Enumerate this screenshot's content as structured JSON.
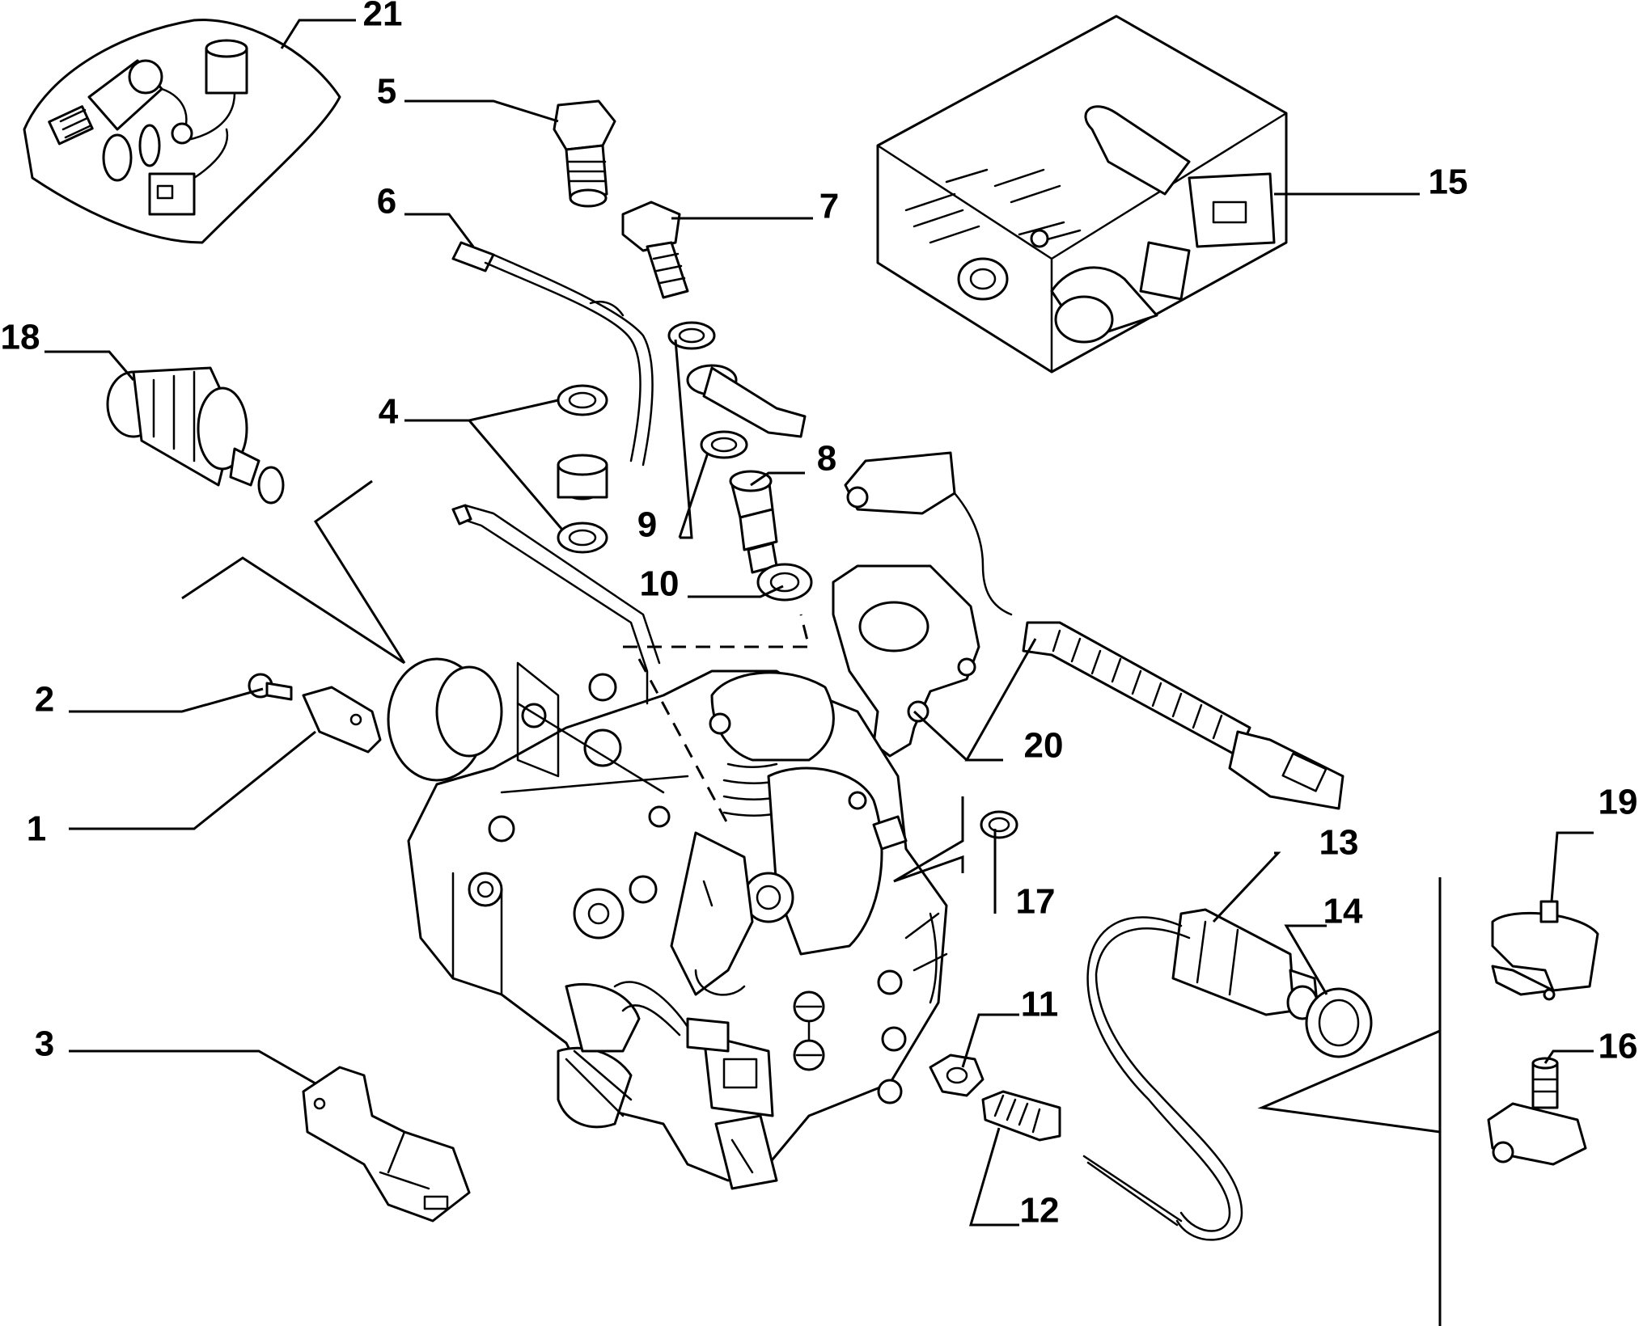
{
  "diagram": {
    "callouts": [
      {
        "id": "c1",
        "label": "1"
      },
      {
        "id": "c2",
        "label": "2"
      },
      {
        "id": "c3",
        "label": "3"
      },
      {
        "id": "c4",
        "label": "4"
      },
      {
        "id": "c5",
        "label": "5"
      },
      {
        "id": "c6",
        "label": "6"
      },
      {
        "id": "c7",
        "label": "7"
      },
      {
        "id": "c8",
        "label": "8"
      },
      {
        "id": "c9",
        "label": "9"
      },
      {
        "id": "c10",
        "label": "10"
      },
      {
        "id": "c11",
        "label": "11"
      },
      {
        "id": "c12",
        "label": "12"
      },
      {
        "id": "c13",
        "label": "13"
      },
      {
        "id": "c14",
        "label": "14"
      },
      {
        "id": "c15",
        "label": "15"
      },
      {
        "id": "c16",
        "label": "16"
      },
      {
        "id": "c17",
        "label": "17"
      },
      {
        "id": "c18",
        "label": "18"
      },
      {
        "id": "c19",
        "label": "19"
      },
      {
        "id": "c20",
        "label": "20"
      },
      {
        "id": "c21",
        "label": "21"
      }
    ],
    "colors": {
      "line": "#000000",
      "background": "#ffffff"
    }
  }
}
